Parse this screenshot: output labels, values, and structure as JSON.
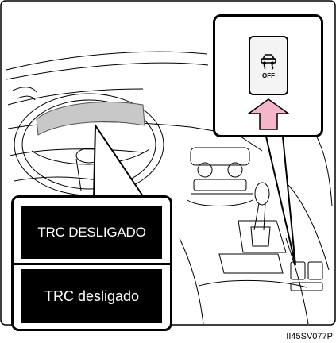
{
  "callout": {
    "message_1": "TRC DESLIGADO",
    "message_2": "TRC  desligado"
  },
  "switch": {
    "label": "OFF",
    "icon": "slip-car-icon",
    "arrow_color": "#f4b6c8"
  },
  "figure_code": "II45SV077P"
}
